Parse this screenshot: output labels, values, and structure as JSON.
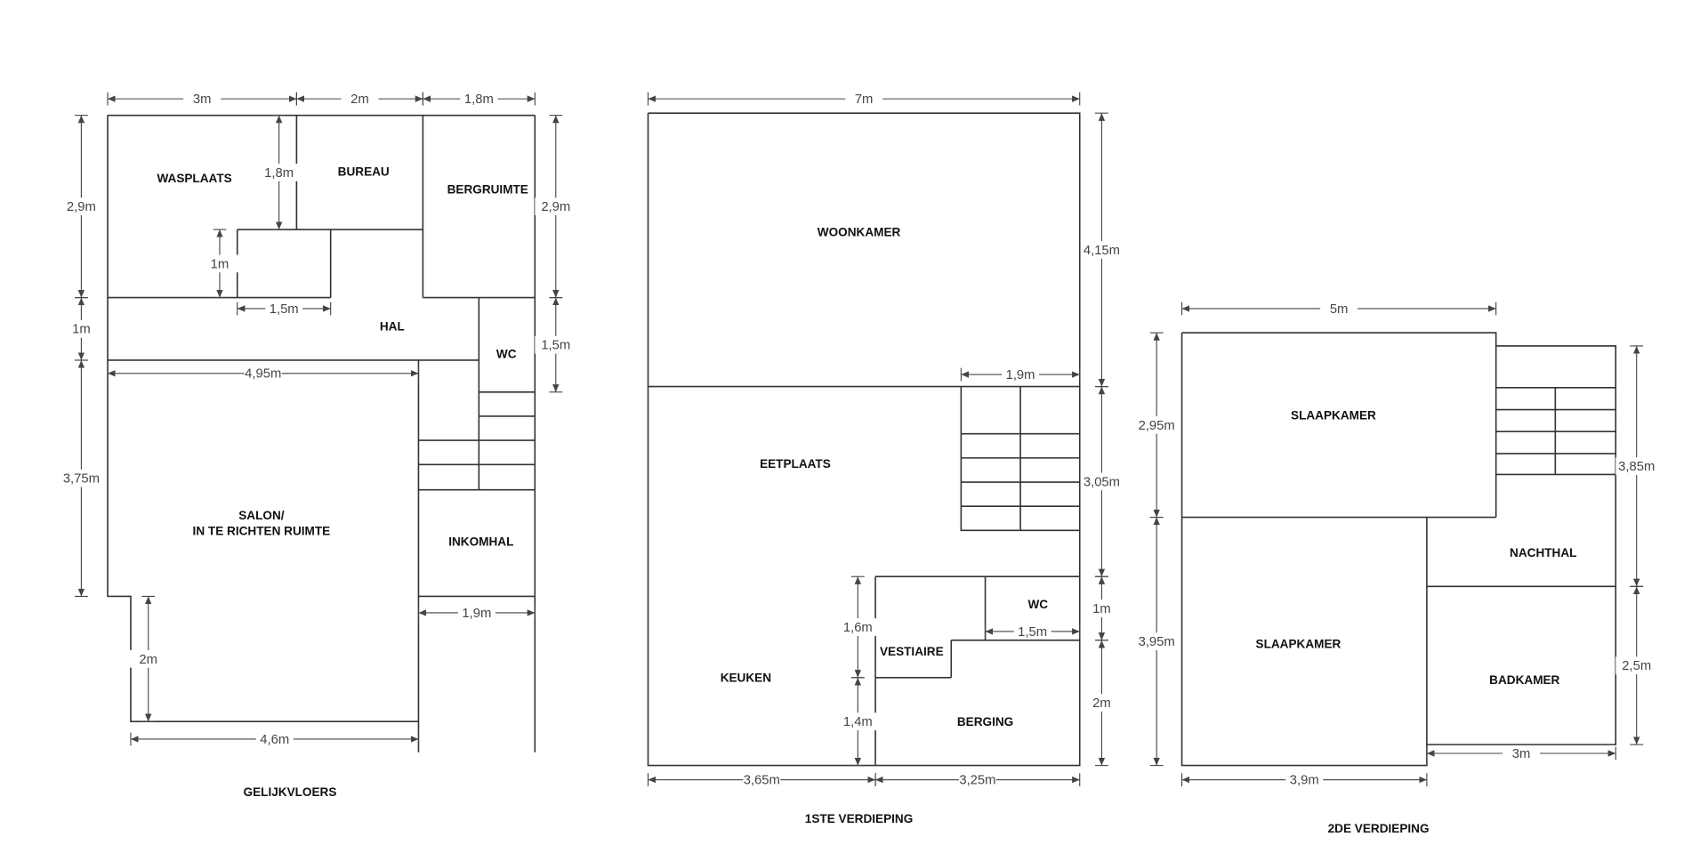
{
  "floors": [
    {
      "title": "GELIJKVLOERS",
      "rooms": [
        "WASPLAATS",
        "BUREAU",
        "BERGRUIMTE",
        "HAL",
        "WC",
        "SALON/",
        "IN TE RICHTEN RUIMTE",
        "INKOMHAL"
      ],
      "dimensions": [
        "3m",
        "2m",
        "1,8m",
        "2,9m",
        "1m",
        "3,75m",
        "2,9m",
        "1,5m",
        "1,8m",
        "1m",
        "1,5m",
        "4,95m",
        "2m",
        "4,6m",
        "1,9m"
      ]
    },
    {
      "title": "1STE VERDIEPING",
      "rooms": [
        "WOONKAMER",
        "EETPLAATS",
        "WC",
        "VESTIAIRE",
        "KEUKEN",
        "BERGING"
      ],
      "dimensions": [
        "7m",
        "4,15m",
        "1,9m",
        "3,05m",
        "1m",
        "1,5m",
        "2m",
        "1,6m",
        "1,4m",
        "3,65m",
        "3,25m"
      ]
    },
    {
      "title": "2DE VERDIEPING",
      "rooms": [
        "SLAAPKAMER",
        "NACHTHAL",
        "SLAAPKAMER",
        "BADKAMER"
      ],
      "dimensions": [
        "5m",
        "2,95m",
        "3,95m",
        "3,85m",
        "2,5m",
        "3m",
        "3,9m"
      ]
    }
  ]
}
